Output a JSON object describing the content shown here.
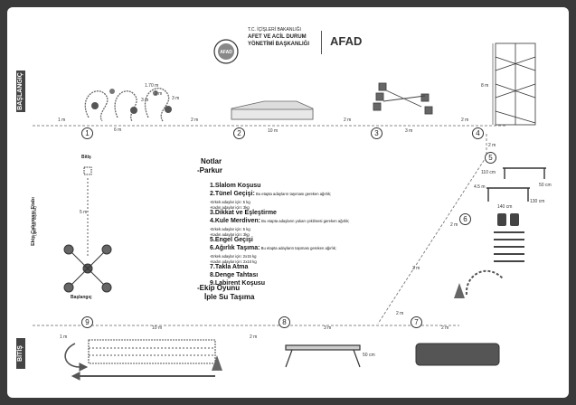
{
  "header": {
    "ministry_line1": "T.C. İÇİŞLERİ BAKANLIĞI",
    "ministry_line2": "AFET VE ACİL DURUM",
    "ministry_line3": "YÖNETİMİ BAŞKANLIĞI",
    "brand": "AFAD",
    "seal_text": "AFAD"
  },
  "side_labels": {
    "start": "BAŞLANGIÇ",
    "finish": "BİTİŞ"
  },
  "team_area": {
    "title": "Ekip Çalışması Etabı",
    "subtitle": "(İple Su Taşıma)",
    "finish": "Bitiş",
    "start": "Başlangıç",
    "distance": "5 m"
  },
  "stations": [
    "1",
    "2",
    "3",
    "4",
    "5",
    "6",
    "7",
    "8",
    "9"
  ],
  "distances": {
    "top_start": "1 m",
    "s1_length": "6 m",
    "s1_s2": "2 m",
    "s2_length": "10 m",
    "s2_s3": "2 m",
    "s3_length": "3 m",
    "s3_s4": "2 m",
    "s4_s5": "2 m",
    "tunnel_a": "1.70 m",
    "tunnel_b": "2 m",
    "tunnel_c": "3 m",
    "tunnel_d": "3 m",
    "ladder_h": "8 m",
    "s5_gap": "4.5 m",
    "s5_s6": "2 m",
    "diag": "3 m",
    "s7_a": "2 m",
    "s7_b": "2 m",
    "s8_s7": "3 m",
    "s9_s8": "2 m",
    "s9_length": "10 m",
    "bottom_start": "1 m",
    "beam_h": "50 cm",
    "hurdle_w": "140 cm",
    "hurdle_h1": "110 cm",
    "hurdle_h2": "50 cm",
    "hurdle_h3": "130 cm"
  },
  "notes": {
    "heading": "Notlar",
    "section": "-Parkur",
    "items": [
      {
        "label": "1.Slalom Koşusu",
        "desc": ""
      },
      {
        "label": "2.Tünel Geçişi:",
        "desc": "Bu etapta adayların taşıması gereken ağırlık;"
      },
      {
        "label": "",
        "desc": "-Erkek adaylar için: 5 kg"
      },
      {
        "label": "",
        "desc": "-Kadın adaylar için: 3kg"
      },
      {
        "label": "3.Dikkat ve Eşleştirme",
        "desc": ""
      },
      {
        "label": "4.Kule Merdiven:",
        "desc": "Bu etapta adayların yukarı çekilmesi gereken ağırlık;"
      },
      {
        "label": "",
        "desc": "-Erkek adaylar için: 5 kg"
      },
      {
        "label": "",
        "desc": "-Kadın adaylar için: 3kg"
      },
      {
        "label": "5.Engel Geçişi",
        "desc": ""
      },
      {
        "label": "6.Ağırlık Taşıma:",
        "desc": "Bu etapta adayların taşıması gereken ağırlık;"
      },
      {
        "label": "",
        "desc": "-Erkek adaylar için: 2x15 kg"
      },
      {
        "label": "",
        "desc": "-Kadın adaylar için: 2x10 kg"
      },
      {
        "label": "7.Takla Atma",
        "desc": ""
      },
      {
        "label": "8.Denge Tahtası",
        "desc": ""
      },
      {
        "label": "9.Labirent Koşusu",
        "desc": ""
      }
    ],
    "team": "-Ekip Oyunu",
    "team_sub": "İple Su Taşıma"
  }
}
